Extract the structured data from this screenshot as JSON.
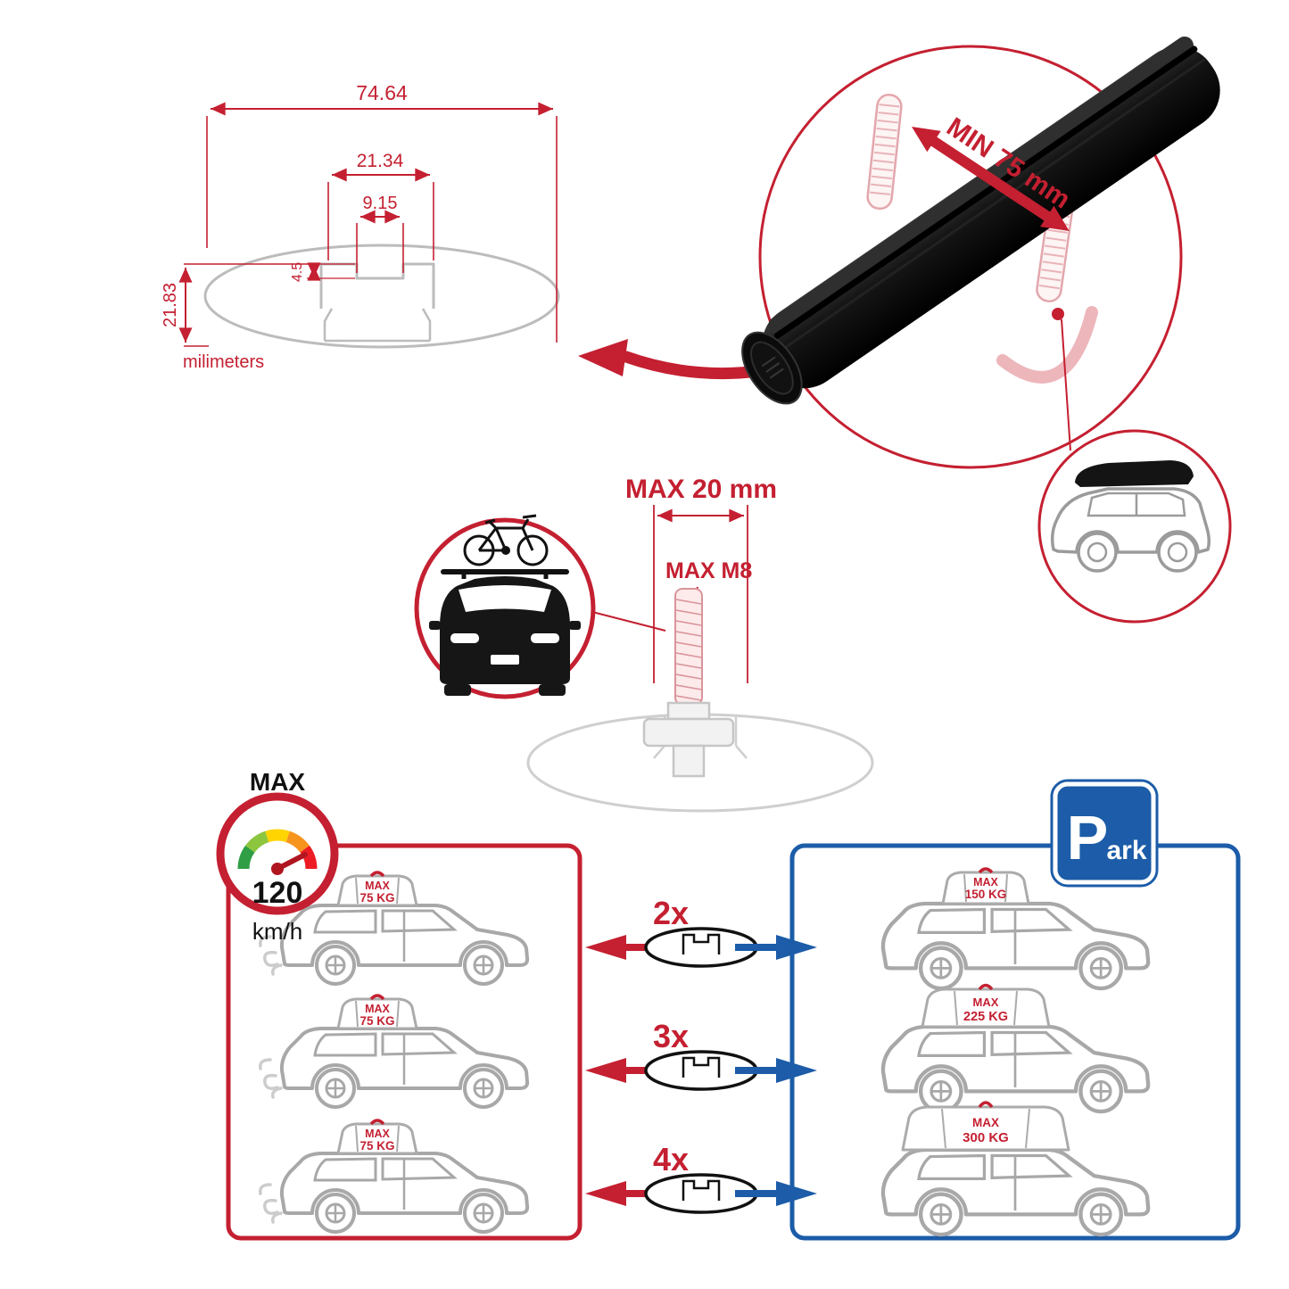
{
  "colors": {
    "red": "#c42031",
    "blue": "#1c5ca8",
    "gray_outline": "#a8a8a8",
    "light_gray": "#c9c9c9",
    "black": "#111111",
    "clamp_pink": "#e3a7ad",
    "gauge_green": "#2f9e44",
    "gauge_lime": "#8cc63e",
    "gauge_yellow": "#ffd400",
    "gauge_orange": "#f7941e",
    "gauge_red": "#ed1c24"
  },
  "profile_diagram": {
    "total_width": "74.64",
    "channel_width": "21.34",
    "slot_width": "9.15",
    "lip_depth": "4.5",
    "total_height": "21.83",
    "units": "milimeters"
  },
  "bar_detail": {
    "min_clamp_span": "MIN 75 mm"
  },
  "bolt_spec": {
    "max_length": "MAX 20 mm",
    "max_thread": "MAX M8"
  },
  "speed_gauge": {
    "title": "MAX",
    "value": "120",
    "unit": "km/h"
  },
  "capacity": {
    "left_cars": [
      {
        "label": "MAX",
        "weight": "75 KG"
      },
      {
        "label": "MAX",
        "weight": "75 KG"
      },
      {
        "label": "MAX",
        "weight": "75 KG"
      }
    ],
    "multipliers": [
      "2x",
      "3x",
      "4x"
    ],
    "right_cars": [
      {
        "label": "MAX",
        "weight": "150 KG"
      },
      {
        "label": "MAX",
        "weight": "225 KG"
      },
      {
        "label": "MAX",
        "weight": "300 KG"
      }
    ],
    "park_sign": {
      "letter": "P",
      "suffix": "ark"
    }
  }
}
